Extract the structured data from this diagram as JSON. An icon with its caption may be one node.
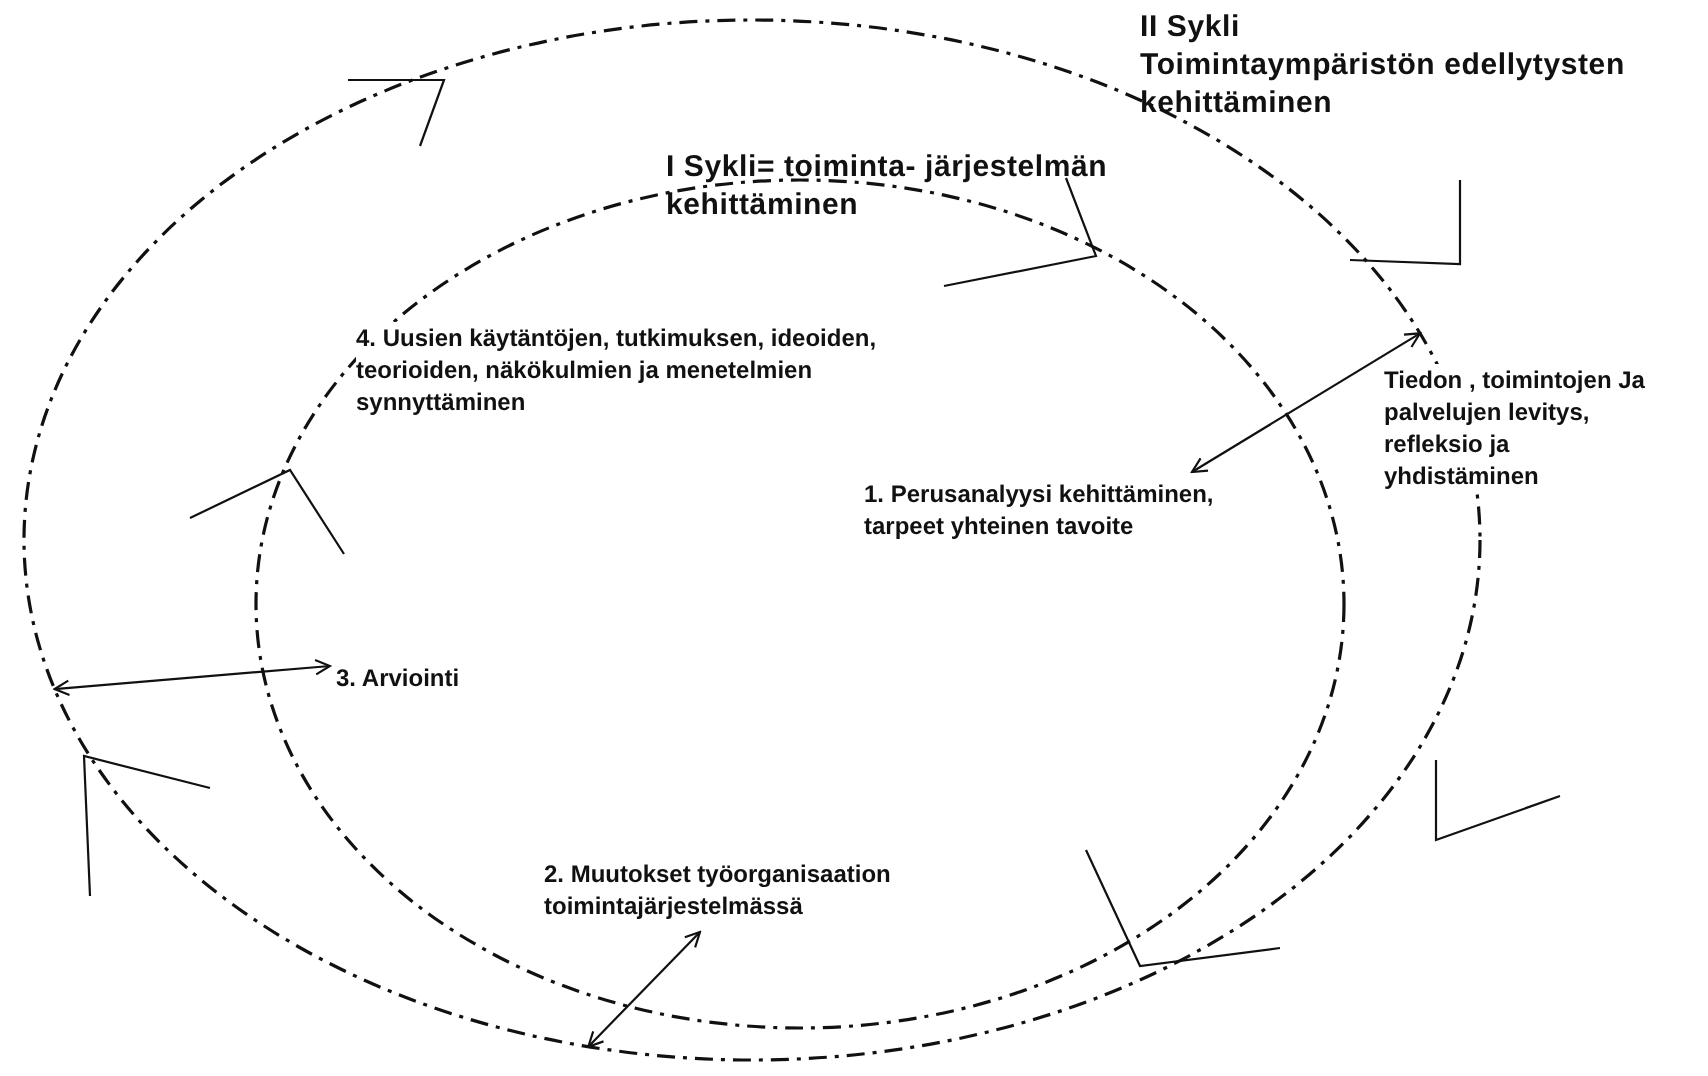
{
  "diagram": {
    "nodes": [
      {
        "text": [
          "II Sykli",
          "Toimintaympäristön edellytysten kehittäminen"
        ]
      },
      {
        "text": [
          "I Sykli= toiminta- järjestelmän kehittäminen"
        ],
        "in": 0
      },
      {
        "text": [
          "4. Uusien käytäntöjen, tutkimuksen, ideoiden, teorioiden, näkökulmien ja menetelmien synnyttäminen"
        ],
        "in": 1
      },
      {
        "text": [
          "1. Perusanalyysi kehittäminen, tarpeet yhteinen tavoite"
        ],
        "in": 1
      },
      {
        "text": [
          "3. Arviointi"
        ],
        "in": 1
      },
      {
        "text": [
          "2. Muutokset työorganisaation toimintajärjestelmässä"
        ],
        "in": 1
      }
    ],
    "edges": [
      {
        "from": 0,
        "to": 3,
        "arrow": "both"
      },
      {
        "from": 0,
        "to": 4,
        "arrow": "both"
      },
      {
        "from": 0,
        "to": 5,
        "arrow": "both"
      }
    ],
    "labels": [
      "Tiedon , toimintojen Ja palvelujen levitys, refleksio ja yhdistäminen"
    ]
  }
}
